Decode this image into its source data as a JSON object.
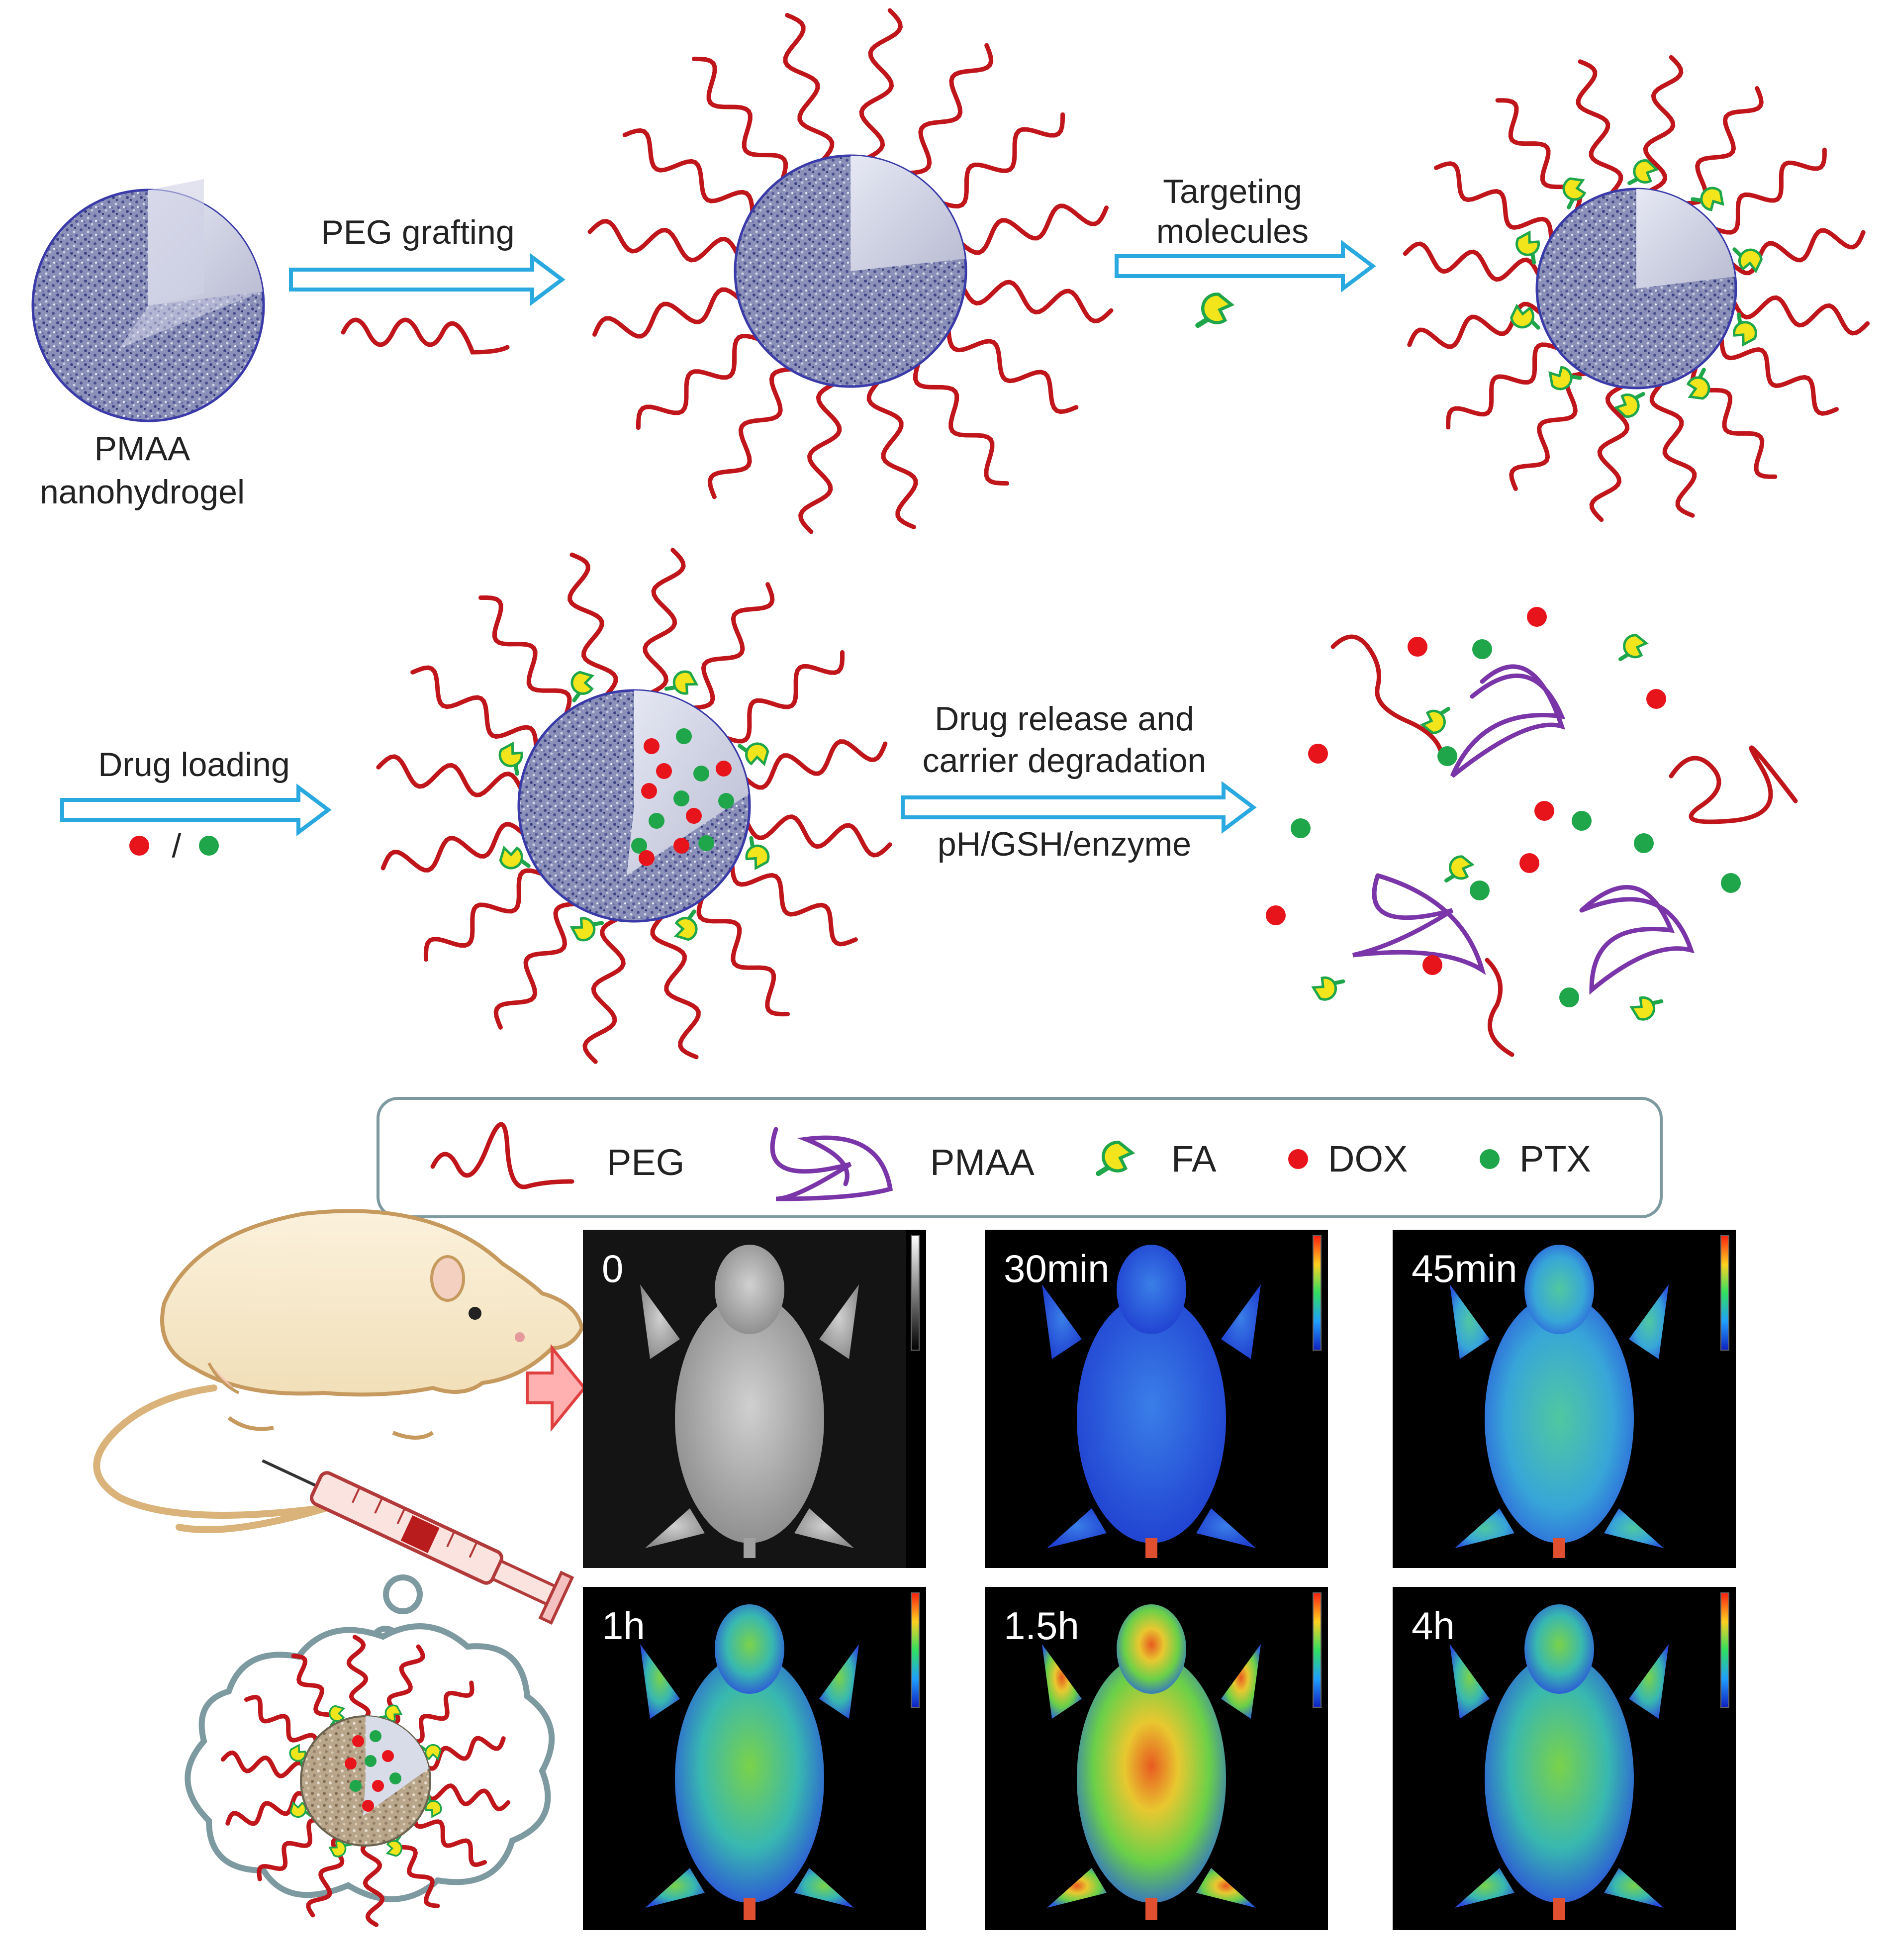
{
  "scheme": {
    "step1": {
      "particle_label_line1": "PMAA",
      "particle_label_line2": "nanohydrogel",
      "arrow_label": "PEG grafting"
    },
    "step2": {
      "arrow_label_line1": "Targeting",
      "arrow_label_line2": "molecules"
    },
    "step3": {
      "arrow_label": "Drug loading",
      "slash": "/"
    },
    "step4": {
      "arrow_label_line1": "Drug release and",
      "arrow_label_line2": "carrier degradation",
      "stimuli": "pH/GSH/enzyme"
    }
  },
  "legend": {
    "items": [
      {
        "key": "peg",
        "label": "PEG",
        "color": "#c0161b"
      },
      {
        "key": "pmaa",
        "label": "PMAA",
        "color": "#7a35a8"
      },
      {
        "key": "fa",
        "label": "FA",
        "color": "#f0e020"
      },
      {
        "key": "dox",
        "label": "DOX",
        "color": "#e8141c"
      },
      {
        "key": "ptx",
        "label": "PTX",
        "color": "#1fa64a"
      }
    ]
  },
  "imaging": {
    "panels": [
      {
        "time": "0",
        "mode": "grayscale"
      },
      {
        "time": "30min",
        "mode": "heat"
      },
      {
        "time": "45min",
        "mode": "heat"
      },
      {
        "time": "1h",
        "mode": "heat"
      },
      {
        "time": "1.5h",
        "mode": "heat"
      },
      {
        "time": "4h",
        "mode": "heat"
      }
    ]
  },
  "colors": {
    "peg": "#c0161b",
    "pmaa": "#7a35a8",
    "fa_fill": "#f2e51c",
    "fa_stroke": "#1fa64a",
    "dox": "#e8141c",
    "ptx": "#1fa64a",
    "arrow_fill": "#ffffff",
    "arrow_stroke": "#2aa9e0",
    "particle_shell": "#4a4aa0",
    "legend_border": "#7d9aa0"
  }
}
